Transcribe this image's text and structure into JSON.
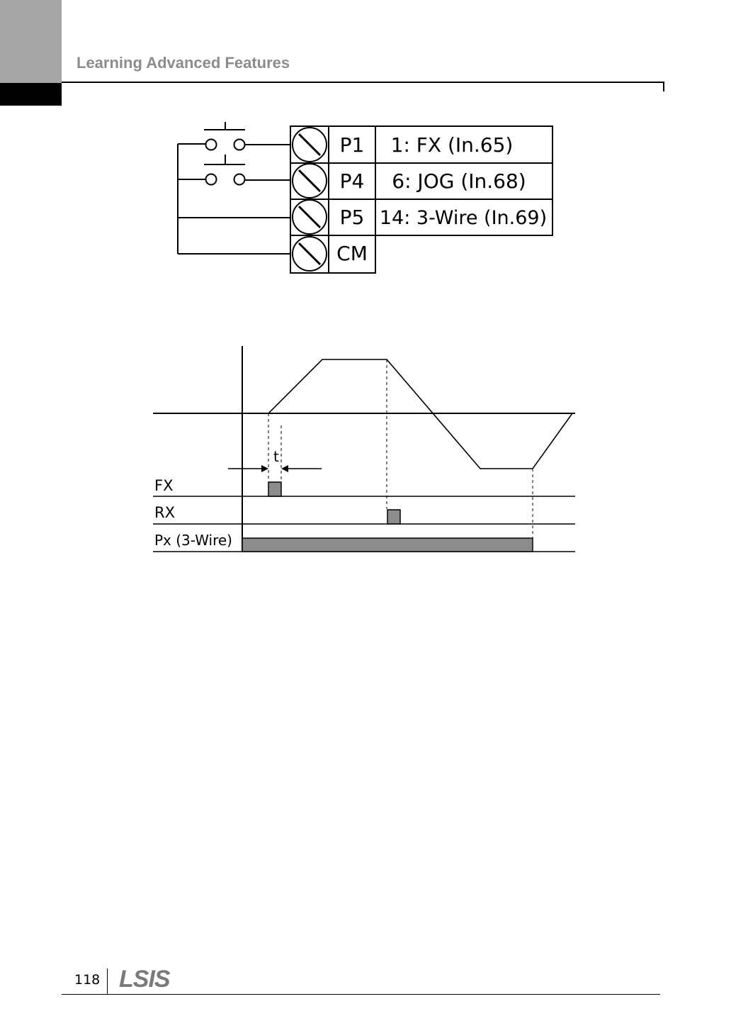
{
  "header": {
    "title": "Learning Advanced Features"
  },
  "wiring_diagram": {
    "terminals": [
      {
        "name": "P1",
        "function": "1: FX (In.65)"
      },
      {
        "name": "P4",
        "function": "6: JOG (In.68)"
      },
      {
        "name": "P5",
        "function": "14: 3-Wire (In.69)"
      },
      {
        "name": "CM",
        "function": ""
      }
    ]
  },
  "timing_diagram": {
    "time_label": "t",
    "signals": [
      {
        "label": "FX"
      },
      {
        "label": "RX"
      },
      {
        "label": "Px (3-Wire)"
      }
    ]
  },
  "footer": {
    "page_number": "118",
    "logo_text": "LSIS"
  }
}
